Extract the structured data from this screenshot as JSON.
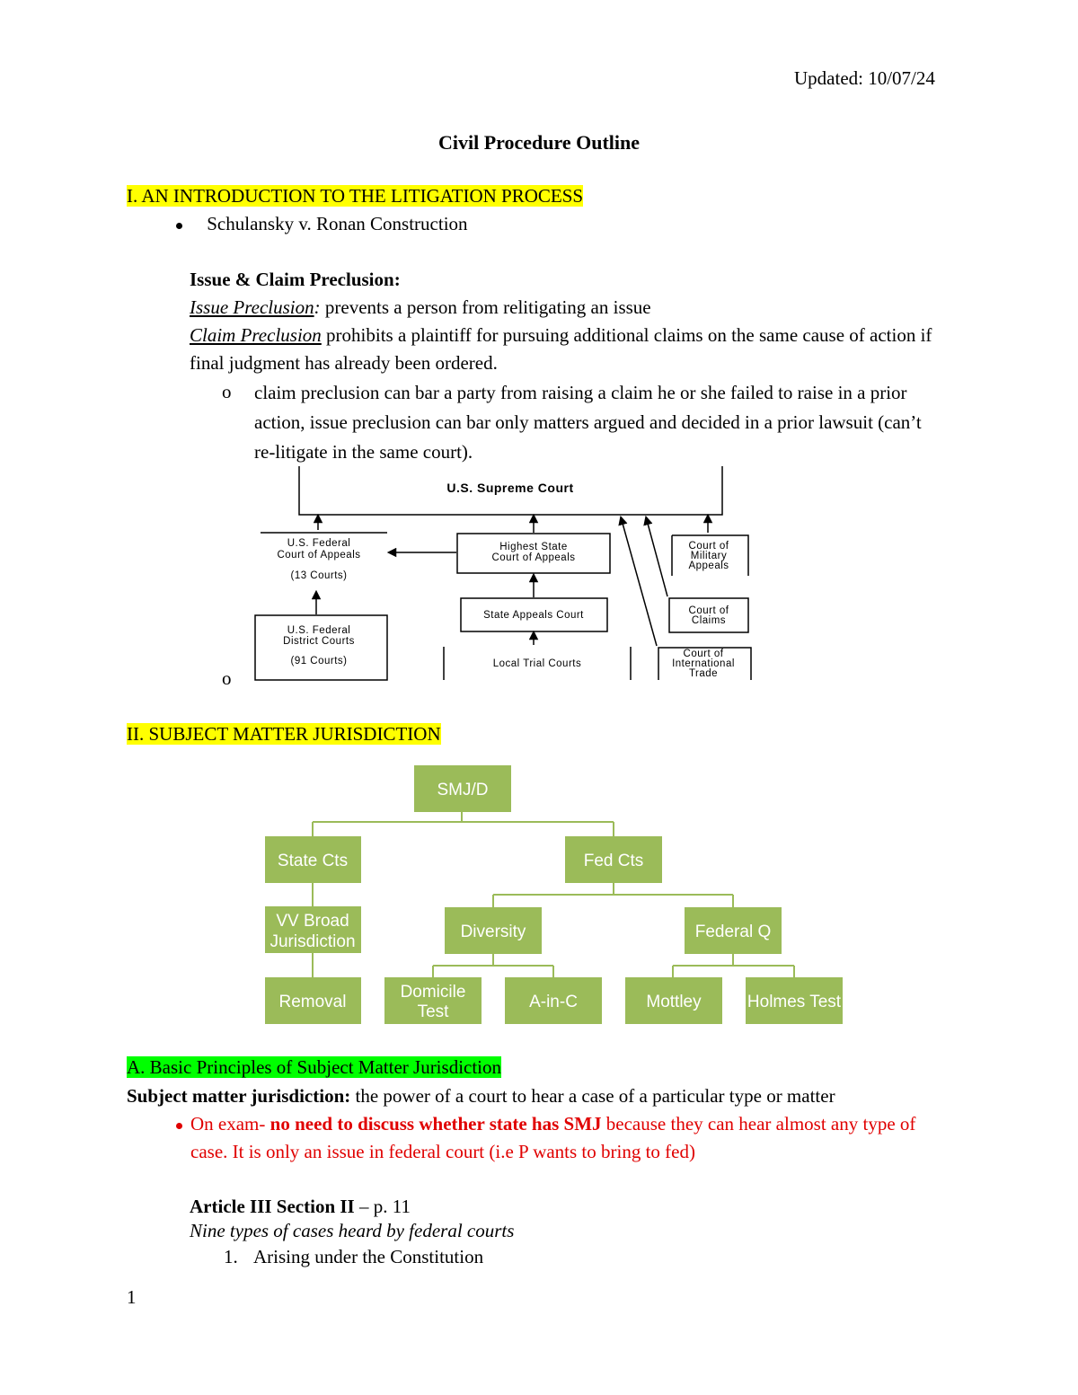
{
  "header": {
    "updated": "Updated: 10/07/24"
  },
  "title": "Civil Procedure Outline",
  "section1": {
    "heading": "I.  AN INTRODUCTION TO THE LITIGATION PROCESS",
    "bullet1": "Schulansky v. Ronan Construction",
    "subheading": "Issue & Claim Preclusion:",
    "issue_term": "Issue Preclusion",
    "issue_colon": ":",
    "issue_def": " prevents a person from relitigating an issue",
    "claim_term": "Claim Preclusion",
    "claim_def": " prohibits a plaintiff for pursuing additional claims on the same cause of action if final judgment has already been ordered.",
    "sub_bullet_marker": "o",
    "sub_bullet_text": "claim preclusion can bar a party from raising a claim he or she failed to raise in a prior action, issue preclusion can bar only matters argued and decided in a prior lawsuit (can’t re-litigate in the same court).",
    "court_chart": {
      "supreme": "U.S. Supreme Court",
      "fed_appeals_1": "U.S. Federal",
      "fed_appeals_2": "Court of Appeals",
      "fed_appeals_3": "(13 Courts)",
      "fed_district_1": "U.S. Federal",
      "fed_district_2": "District Courts",
      "fed_district_3": "(91 Courts)",
      "state_high_1": "Highest State",
      "state_high_2": "Court of Appeals",
      "state_appeals": "State Appeals Court",
      "local_trial": "Local Trial Courts",
      "military_1": "Court of",
      "military_2": "Military",
      "military_3": "Appeals",
      "claims_1": "Court of",
      "claims_2": "Claims",
      "trade_1": "Court of",
      "trade_2": "International",
      "trade_3": "Trade"
    }
  },
  "section2": {
    "heading": "II.  SUBJECT MATTER JURISDICTION",
    "tree": {
      "root": "SMJ/D",
      "state": "State Cts",
      "fed": "Fed Cts",
      "broad_1": "VV Broad",
      "broad_2": "Jurisdiction",
      "diversity": "Diversity",
      "federal_q": "Federal Q",
      "removal": "Removal",
      "domicile_1": "Domicile",
      "domicile_2": "Test",
      "ainc": "A-in-C",
      "mottley": "Mottley",
      "holmes": "Holmes Test"
    },
    "sub_a_heading": "A.  Basic Principles of Subject Matter Jurisdiction",
    "smj_term": "Subject matter jurisdiction:",
    "smj_def": " the power of a court to hear a case of a particular type or matter",
    "exam_prefix": "On exam- ",
    "exam_bold": "no need to discuss whether state has SMJ",
    "exam_rest": " because they can hear almost any type of case. It is only an issue in federal court (i.e P wants to bring to fed)",
    "article_bold": "Article III Section II",
    "article_page": " – p. 11",
    "nine_types": "Nine types of cases heard by federal courts",
    "list_num": "1.",
    "list_item": "Arising under the Constitution"
  },
  "footer": {
    "page_number": "1"
  }
}
